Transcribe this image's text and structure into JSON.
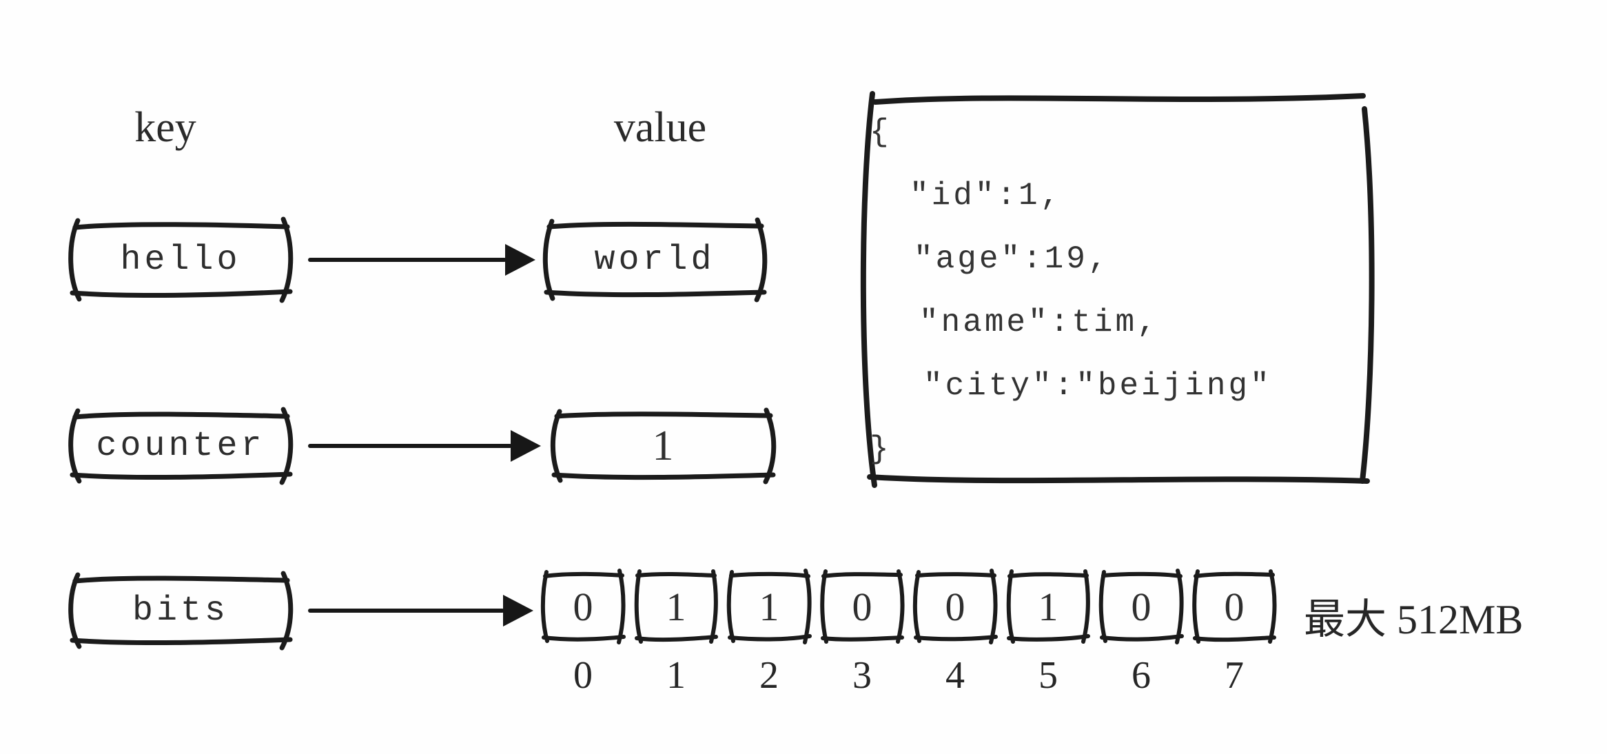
{
  "headers": {
    "key": "key",
    "value": "value"
  },
  "rows": [
    {
      "key": "hello",
      "value": "world"
    },
    {
      "key": "counter",
      "value": "1"
    },
    {
      "key": "bits"
    }
  ],
  "json_box": {
    "lines": [
      "{",
      "\"id\":1,",
      "\"age\":19,",
      "\"name\":tim,",
      "\"city\":\"beijing\"",
      "}"
    ]
  },
  "bits": {
    "cells": [
      "0",
      "1",
      "1",
      "0",
      "0",
      "1",
      "0",
      "0"
    ],
    "indices": [
      "0",
      "1",
      "2",
      "3",
      "4",
      "5",
      "6",
      "7"
    ],
    "annotation": "最大 512MB"
  },
  "colors": {
    "stroke": "#1b1b1b",
    "text": "#2d2d2d",
    "background": "#fefefe"
  }
}
